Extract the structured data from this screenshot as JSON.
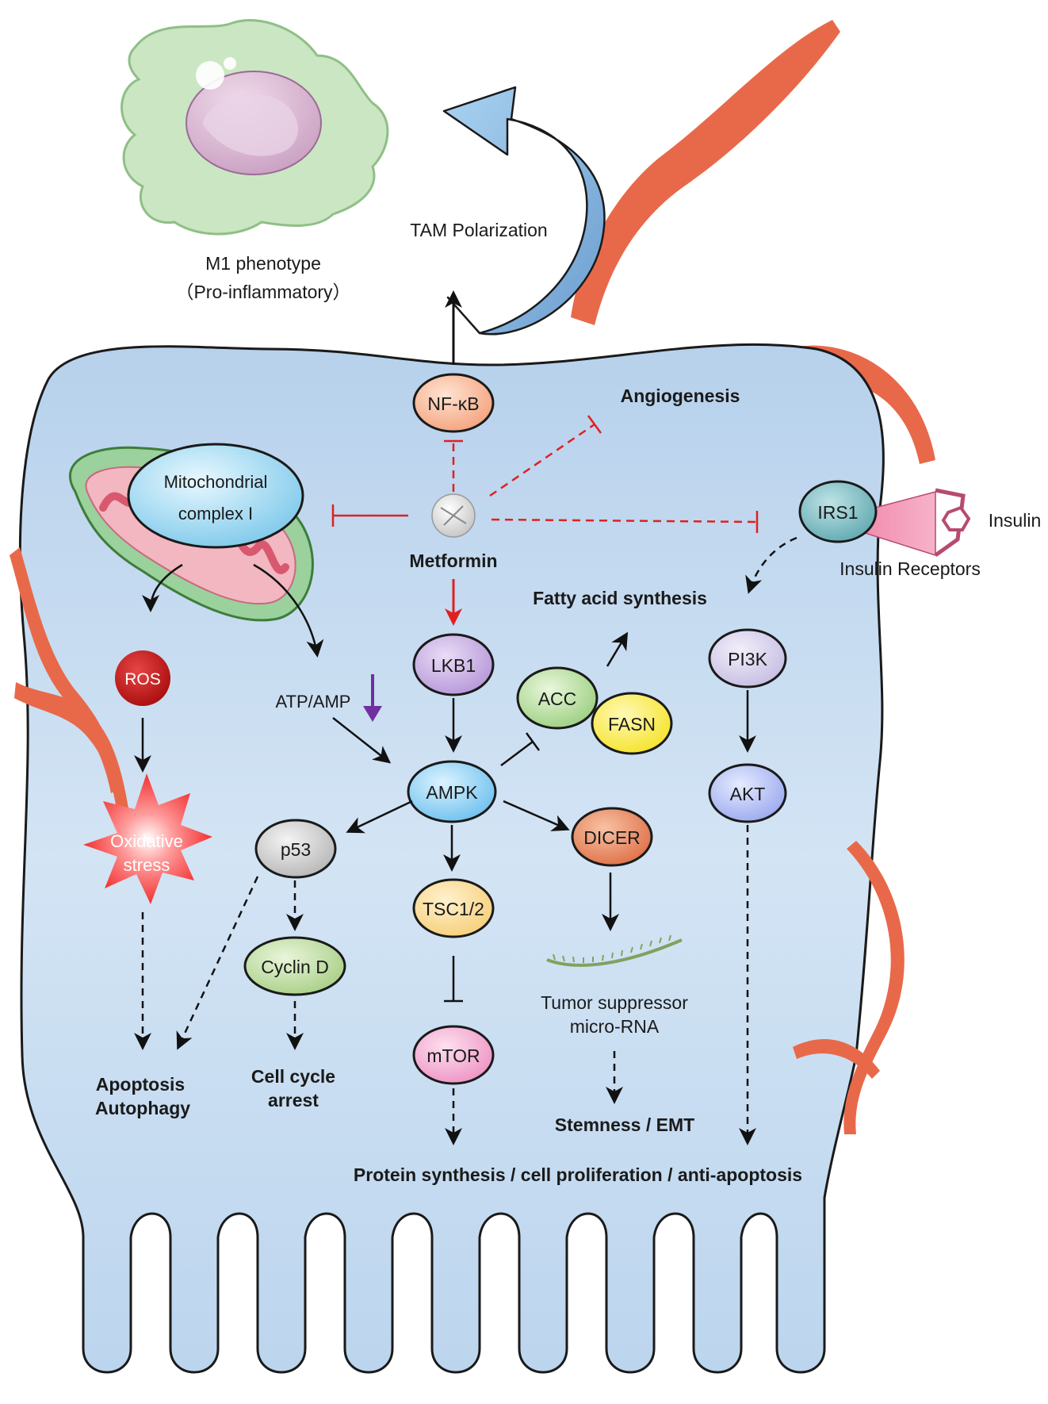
{
  "macrophage": {
    "phenotype": "M1 phenotype",
    "subtitle": "（Pro-inflammatory）",
    "polarization_label": "TAM Polarization"
  },
  "drug": {
    "name": "Metformin"
  },
  "nodes": {
    "nfkb": "NF-κB",
    "mito_line1": "Mitochondrial",
    "mito_line2": "complex I",
    "irs1": "IRS1",
    "ros": "ROS",
    "oxidative_line1": "Oxidative",
    "oxidative_line2": "stress",
    "lkb1": "LKB1",
    "acc": "ACC",
    "fasn": "FASN",
    "pi3k": "PI3K",
    "akt": "AKT",
    "ampk": "AMPK",
    "p53": "p53",
    "dicer": "DICER",
    "tsc": "TSC1/2",
    "cyclin": "Cyclin D",
    "mtor": "mTOR",
    "atp_amp": "ATP/AMP"
  },
  "labels": {
    "angiogenesis": "Angiogenesis",
    "insulin": "Insulin",
    "insulin_receptors": "Insulin Receptors",
    "fatty_acid": "Fatty acid synthesis",
    "mirna_line1": "Tumor suppressor",
    "mirna_line2": "micro-RNA",
    "apoptosis_line1": "Apoptosis",
    "apoptosis_line2": "Autophagy",
    "cellcycle_line1": "Cell cycle",
    "cellcycle_line2": "arrest",
    "stemness": "Stemness / EMT",
    "outcome": "Protein synthesis / cell proliferation /  anti-apoptosis"
  },
  "colors": {
    "cell_fill": "#c9ddf0",
    "inhibition": "#e02020",
    "vessel": "#e8694a",
    "arrow": "#111111",
    "decrease_arrow": "#7030a0"
  }
}
